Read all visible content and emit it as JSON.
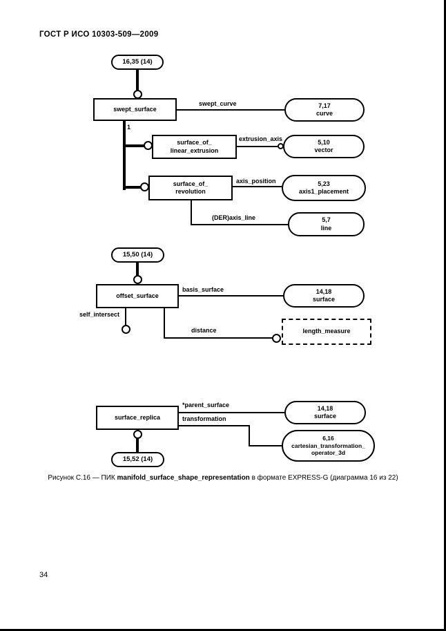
{
  "page": {
    "header": "ГОСТ Р ИСО 10303-509—2009",
    "page_number": "34",
    "caption_prefix": "Рисунок С.16 — ПИК ",
    "caption_entity": "manifold_surface_shape_representation",
    "caption_suffix": " в формате EXPRESS-G (диаграмма 16 из 22)"
  },
  "diagram": {
    "page_refs": {
      "top": "16,35 (14)",
      "offset": "15,50 (14)",
      "replica": "15,52 (14)"
    },
    "entities": {
      "swept_surface": "swept_surface",
      "linear_extrusion_line1": "surface_of_",
      "linear_extrusion_line2": "linear_extrusion",
      "revolution_line1": "surface_of_",
      "revolution_line2": "revolution",
      "offset_surface": "offset_surface",
      "surface_replica": "surface_replica"
    },
    "attributes": {
      "swept_curve": "swept_curve",
      "cardinality_one": "1",
      "extrusion_axis": "extrusion_axis",
      "axis_position": "axis_position",
      "der_axis_line": "(DER)axis_line",
      "basis_surface": "basis_surface",
      "self_intersect": "self_intersect",
      "distance": "distance",
      "parent_surface": "*parent_surface",
      "transformation": "transformation"
    },
    "interpage_refs": {
      "curve_ref": "7,17",
      "curve_name": "curve",
      "vector_ref": "5,10",
      "vector_name": "vector",
      "axis1_ref": "5,23",
      "axis1_name": "axis1_placement",
      "line_ref": "5,7",
      "line_name": "line",
      "surface_ref": "14,18",
      "surface_name": "surface",
      "cart_ref": "6,16",
      "cart_name_line1": "cartesian_transformation_",
      "cart_name_line2": "operator_3d"
    },
    "types": {
      "length_measure": "length_measure"
    }
  }
}
